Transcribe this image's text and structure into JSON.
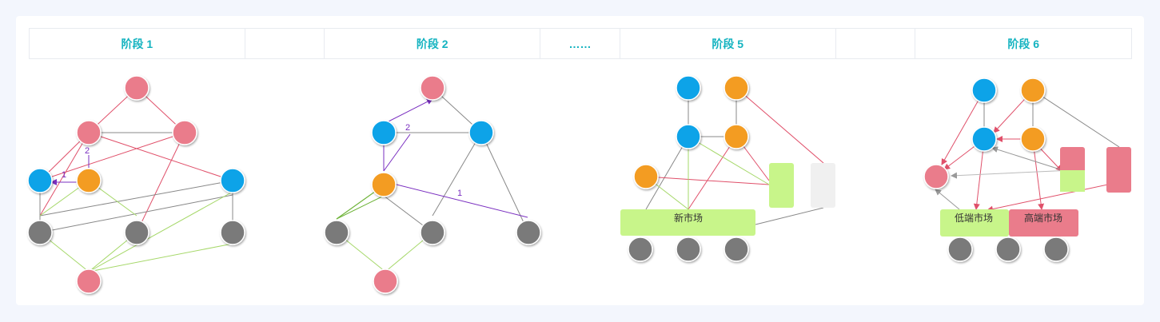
{
  "header": {
    "cells": [
      "阶段 1",
      "",
      "阶段 2",
      "……",
      "阶段 5",
      "",
      "阶段 6"
    ]
  },
  "colors": {
    "pink": "#ea7c8b",
    "blue": "#08a3e8",
    "orange": "#f39c21",
    "gray": "#7a7a7a",
    "green_block": "#c8f58a",
    "light_gray_block": "#f0f0f0",
    "accent_text": "#14b3c0",
    "purple_line": "#7a2fc0"
  },
  "stage1": {
    "edge_labels": [
      "2",
      "1"
    ]
  },
  "stage2": {
    "edge_labels": [
      "2",
      "1"
    ]
  },
  "stage5": {
    "market_label": "新市场"
  },
  "stage6": {
    "low_market_label": "低端市场",
    "high_market_label": "高端市场"
  }
}
